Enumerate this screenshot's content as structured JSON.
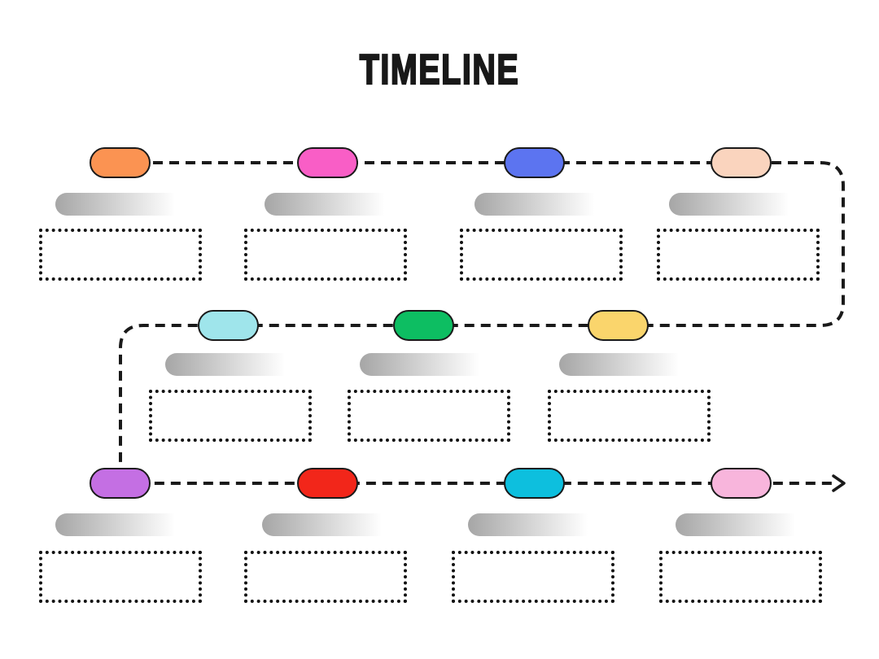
{
  "title": "TIMELINE",
  "connector": {
    "color": "#1a1a1a",
    "style": "dashed",
    "direction": "snake-left-to-right",
    "arrow": "right"
  },
  "placeholder": {
    "bar_gradient_start": "#a6a6a6",
    "bar_gradient_end": "#ffffff",
    "box_border_color": "#111111",
    "box_border_style": "dotted",
    "label_text": "",
    "description_text": ""
  },
  "pills": [
    {
      "name": "milestone-1",
      "row": 1,
      "color": "#FB9352"
    },
    {
      "name": "milestone-2",
      "row": 1,
      "color": "#F95EC6"
    },
    {
      "name": "milestone-3",
      "row": 1,
      "color": "#5C74F0"
    },
    {
      "name": "milestone-4",
      "row": 1,
      "color": "#FAD4BE"
    },
    {
      "name": "milestone-5",
      "row": 2,
      "color": "#9FE5EB"
    },
    {
      "name": "milestone-6",
      "row": 2,
      "color": "#0DBE62"
    },
    {
      "name": "milestone-7",
      "row": 2,
      "color": "#FAD56C"
    },
    {
      "name": "milestone-8",
      "row": 3,
      "color": "#C46FE3"
    },
    {
      "name": "milestone-9",
      "row": 3,
      "color": "#F2261A"
    },
    {
      "name": "milestone-10",
      "row": 3,
      "color": "#0DBFDE"
    },
    {
      "name": "milestone-11",
      "row": 3,
      "color": "#F8B5DC"
    }
  ],
  "rows": [
    {
      "milestone_count": 4
    },
    {
      "milestone_count": 3
    },
    {
      "milestone_count": 4
    }
  ]
}
